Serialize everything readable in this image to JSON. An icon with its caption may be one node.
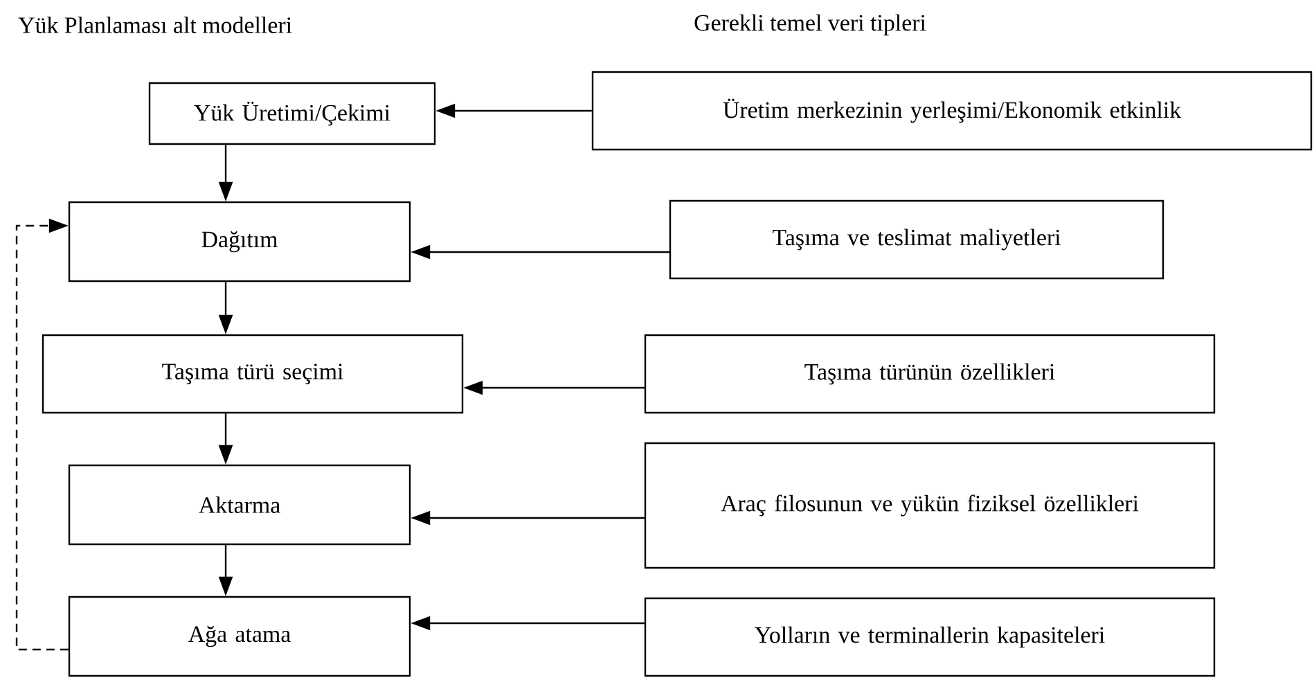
{
  "diagram": {
    "nodes": [
      {
        "text": [
          "Yük Üretimi/Çekimi"
        ]
      },
      {
        "text": [
          "Dağıtım"
        ]
      },
      {
        "text": [
          "Taşıma türü seçimi"
        ]
      },
      {
        "text": [
          "Aktarma"
        ]
      },
      {
        "text": [
          "Ağa atama"
        ]
      },
      {
        "text": [
          "Üretim merkezinin yerleşimi/Ekonomik etkinlik"
        ]
      },
      {
        "text": [
          "Taşıma ve teslimat maliyetleri"
        ]
      },
      {
        "text": [
          "Taşıma türünün özellikleri"
        ]
      },
      {
        "text": [
          "Araç filosunun ve yükün fiziksel özellikleri"
        ]
      },
      {
        "text": [
          "Yolların ve terminallerin kapasiteleri"
        ]
      }
    ],
    "edges": [
      {
        "from": 0,
        "to": 1,
        "arrow": "to"
      },
      {
        "from": 1,
        "to": 2,
        "arrow": "to"
      },
      {
        "from": 2,
        "to": 3,
        "arrow": "to"
      },
      {
        "from": 3,
        "to": 4,
        "arrow": "to"
      },
      {
        "from": 5,
        "to": 0,
        "arrow": "to"
      },
      {
        "from": 6,
        "to": 1,
        "arrow": "to"
      },
      {
        "from": 7,
        "to": 2,
        "arrow": "to"
      },
      {
        "from": 8,
        "to": 3,
        "arrow": "to"
      },
      {
        "from": 9,
        "to": 4,
        "arrow": "to"
      },
      {
        "from": 4,
        "to": 1,
        "arrow": "to",
        "style": "dashed"
      }
    ],
    "labels": [
      "Yük Planlaması alt modelleri",
      "Gerekli temel veri tipleri"
    ]
  }
}
